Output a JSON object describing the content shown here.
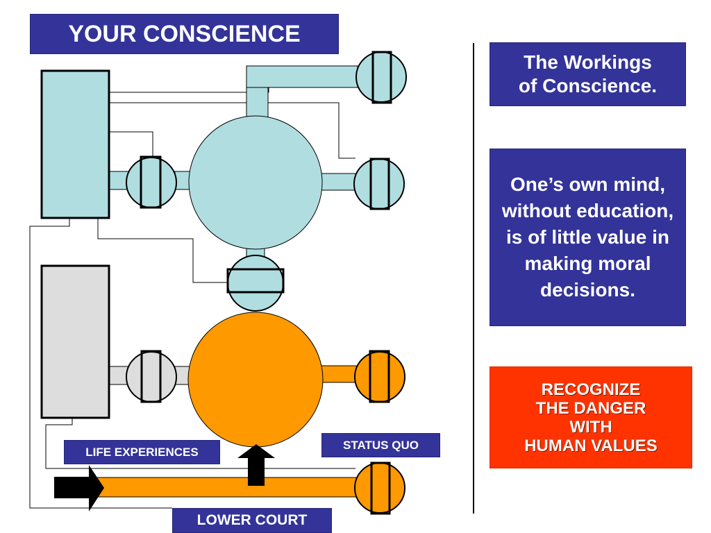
{
  "title": "YOUR CONSCIENCE",
  "workings": "The Workings\nof Conscience.",
  "mind_note": "One’s own mind, without education, is of little value in making moral decisions.",
  "danger_note": "RECOGNIZE\nTHE DANGER\nWITH\nHUMAN VALUES",
  "labels": {
    "life_experiences": "LIFE EXPERIENCES",
    "status_quo": "STATUS QUO",
    "lower_court": "LOWER COURT"
  },
  "colors": {
    "label_bg": "#333399",
    "danger_bg": "#ff3300",
    "conscience_blue": "#b0dde0",
    "human_gray": "#dddddd",
    "status_orange": "#ff9900"
  }
}
